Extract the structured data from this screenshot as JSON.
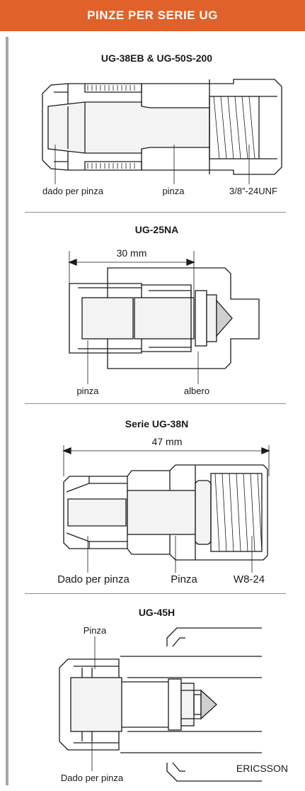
{
  "header": {
    "title": "PINZE PER SERIE UG"
  },
  "sections": [
    {
      "title": "UG-38EB & UG-50S-200",
      "labels": {
        "nut": "dado per pinza",
        "collet": "pinza",
        "thread": "3/8”-24UNF"
      }
    },
    {
      "title": "UG-25NA",
      "dimension": "30 mm",
      "labels": {
        "collet": "pinza",
        "shaft": "albero"
      }
    },
    {
      "title": "Serie UG-38N",
      "dimension": "47 mm",
      "labels": {
        "nut": "Dado per pinza",
        "collet": "Pinza",
        "thread": "W8-24"
      }
    },
    {
      "title": "UG-45H",
      "labels": {
        "collet": "Pinza",
        "nut": "Dado per pinza"
      }
    }
  ],
  "footer": {
    "brand": "ERICSSON"
  }
}
